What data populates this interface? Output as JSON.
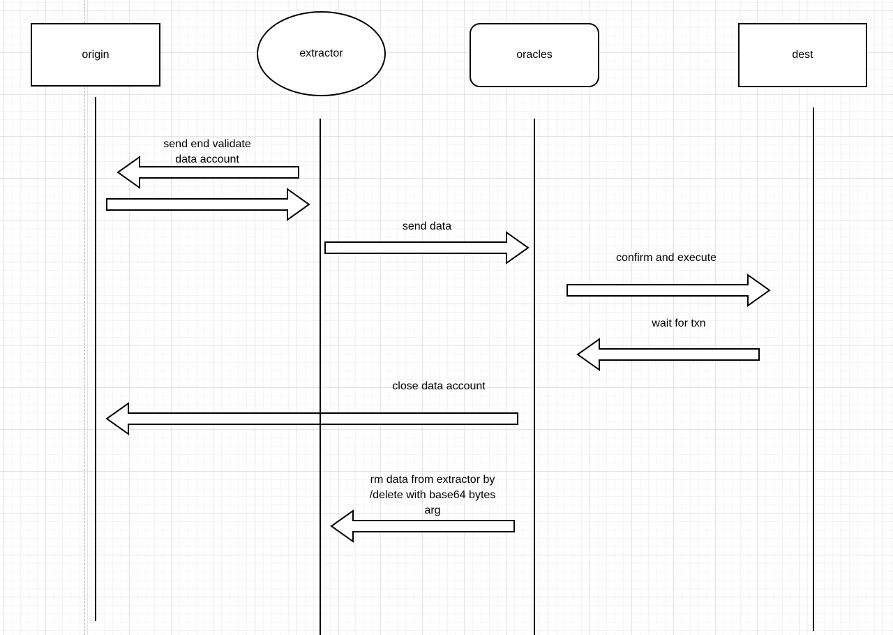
{
  "diagram": {
    "type": "sequence-diagram",
    "participants": [
      {
        "label": "origin",
        "shape": "rectangle"
      },
      {
        "label": "extractor",
        "shape": "ellipse"
      },
      {
        "label": "oracles",
        "shape": "rounded-rectangle"
      },
      {
        "label": "dest",
        "shape": "rectangle"
      }
    ],
    "messages": [
      {
        "label": "send end validate\ndata account",
        "from": "extractor",
        "to": "origin",
        "direction": "left"
      },
      {
        "label": "",
        "from": "origin",
        "to": "extractor",
        "direction": "right"
      },
      {
        "label": "send data",
        "from": "extractor",
        "to": "oracles",
        "direction": "right"
      },
      {
        "label": "confirm and execute",
        "from": "oracles",
        "to": "dest",
        "direction": "right"
      },
      {
        "label": "wait for txn",
        "from": "dest",
        "to": "oracles",
        "direction": "left"
      },
      {
        "label": "close data account",
        "from": "oracles",
        "to": "origin",
        "direction": "left"
      },
      {
        "label": "rm data from extractor by\n/delete with base64 bytes\narg",
        "from": "oracles",
        "to": "extractor",
        "direction": "left"
      }
    ],
    "colors": {
      "stroke": "#000000",
      "shape_fill": "#ffffff",
      "text": "#000000",
      "grid_minor": "#f4f4f4",
      "grid_major": "#e4e4e4",
      "guide_line": "#b0b0b0",
      "background": "#ffffff"
    }
  }
}
